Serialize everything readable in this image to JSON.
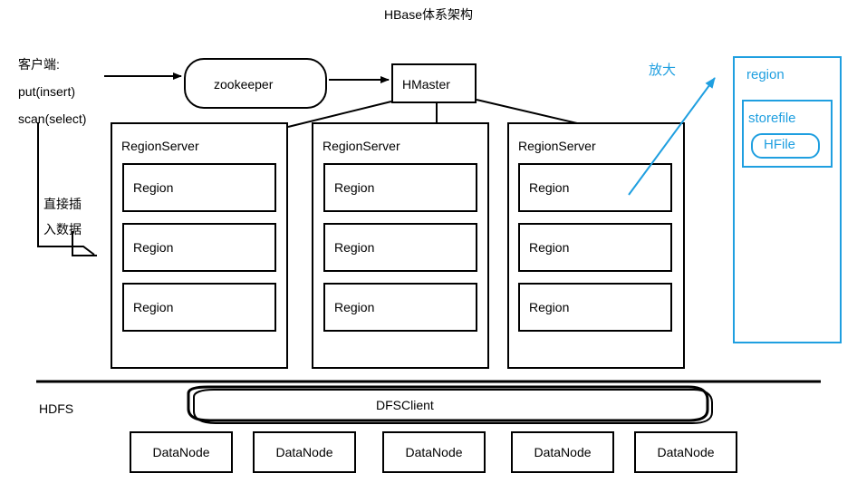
{
  "diagram": {
    "title": "HBase体系架构",
    "client": {
      "lines": [
        "客户端:",
        "put(insert)",
        "scan(select)"
      ],
      "note_lines": [
        "直接插",
        "入数据"
      ]
    },
    "nodes": {
      "zookeeper": "zookeeper",
      "hmaster": "HMaster",
      "dfsclient": "DFSClient",
      "hdfs_label": "HDFS"
    },
    "regionservers": [
      {
        "title": "RegionServer",
        "regions": [
          "Region",
          "Region",
          "Region"
        ]
      },
      {
        "title": "RegionServer",
        "regions": [
          "Region",
          "Region",
          "Region"
        ]
      },
      {
        "title": "RegionServer",
        "regions": [
          "Region",
          "Region",
          "Region"
        ]
      }
    ],
    "zoom_panel": {
      "callout": "放大",
      "region": "region",
      "storefile": "storefile",
      "hfile": "HFile",
      "accent_color": "#1f9fe0"
    },
    "datanodes": [
      "DataNode",
      "DataNode",
      "DataNode",
      "DataNode",
      "DataNode"
    ]
  }
}
